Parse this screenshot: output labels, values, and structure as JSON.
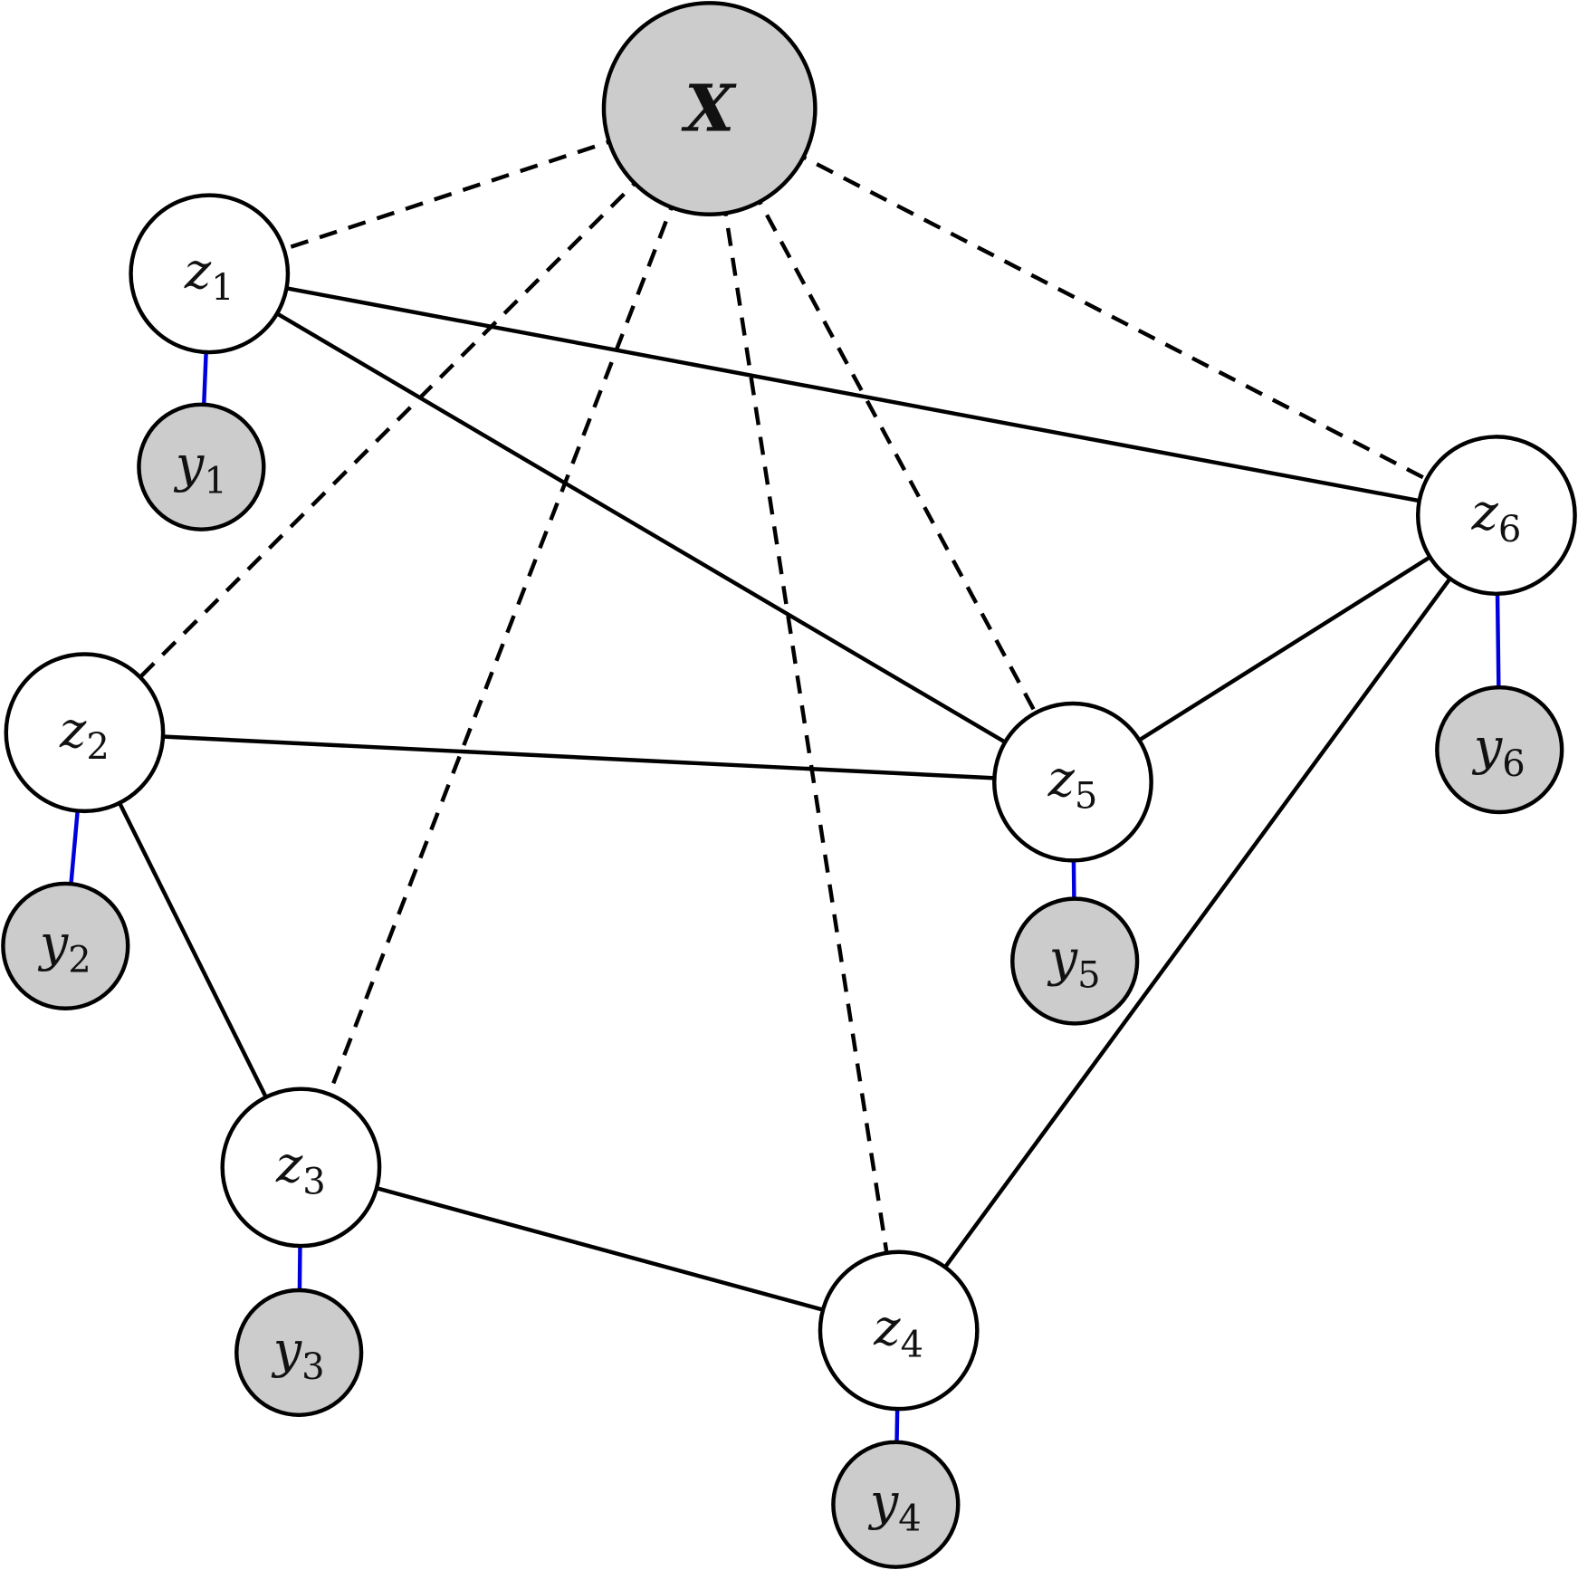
{
  "colors": {
    "observed_fill": "#cccccc",
    "latent_fill": "#ffffff",
    "stroke": "#000000",
    "link_color": "#0000dd"
  },
  "nodes": [
    {
      "id": "X",
      "base": "X",
      "sub": "",
      "type": "root"
    },
    {
      "id": "z1",
      "base": "z",
      "sub": "1",
      "type": "latent"
    },
    {
      "id": "z2",
      "base": "z",
      "sub": "2",
      "type": "latent"
    },
    {
      "id": "z3",
      "base": "z",
      "sub": "3",
      "type": "latent"
    },
    {
      "id": "z4",
      "base": "z",
      "sub": "4",
      "type": "latent"
    },
    {
      "id": "z5",
      "base": "z",
      "sub": "5",
      "type": "latent"
    },
    {
      "id": "z6",
      "base": "z",
      "sub": "6",
      "type": "latent"
    },
    {
      "id": "y1",
      "base": "y",
      "sub": "1",
      "type": "observed"
    },
    {
      "id": "y2",
      "base": "y",
      "sub": "2",
      "type": "observed"
    },
    {
      "id": "y3",
      "base": "y",
      "sub": "3",
      "type": "observed"
    },
    {
      "id": "y4",
      "base": "y",
      "sub": "4",
      "type": "observed"
    },
    {
      "id": "y5",
      "base": "y",
      "sub": "5",
      "type": "observed"
    },
    {
      "id": "y6",
      "base": "y",
      "sub": "6",
      "type": "observed"
    }
  ],
  "edges": [
    {
      "from": "z1",
      "to": "z6",
      "style": "solid"
    },
    {
      "from": "z1",
      "to": "z5",
      "style": "solid"
    },
    {
      "from": "z2",
      "to": "z5",
      "style": "solid"
    },
    {
      "from": "z2",
      "to": "z3",
      "style": "solid"
    },
    {
      "from": "z3",
      "to": "z4",
      "style": "solid"
    },
    {
      "from": "z4",
      "to": "z6",
      "style": "solid"
    },
    {
      "from": "z5",
      "to": "z6",
      "style": "solid"
    },
    {
      "from": "X",
      "to": "z1",
      "style": "dashed"
    },
    {
      "from": "X",
      "to": "z2",
      "style": "dashed"
    },
    {
      "from": "X",
      "to": "z3",
      "style": "dashed"
    },
    {
      "from": "X",
      "to": "z4",
      "style": "dashed"
    },
    {
      "from": "X",
      "to": "z5",
      "style": "dashed"
    },
    {
      "from": "X",
      "to": "z6",
      "style": "dashed"
    },
    {
      "from": "z1",
      "to": "y1",
      "style": "link"
    },
    {
      "from": "z2",
      "to": "y2",
      "style": "link"
    },
    {
      "from": "z3",
      "to": "y3",
      "style": "link"
    },
    {
      "from": "z4",
      "to": "y4",
      "style": "link"
    },
    {
      "from": "z5",
      "to": "y5",
      "style": "link"
    },
    {
      "from": "z6",
      "to": "y6",
      "style": "link"
    }
  ]
}
